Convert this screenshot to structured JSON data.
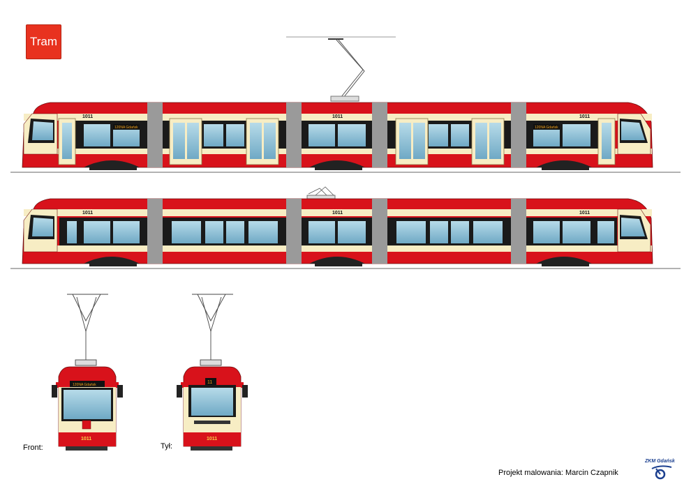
{
  "badge": {
    "label": "Tram"
  },
  "fleet_number": "1011",
  "destination_sign": "120NA Gdańsk",
  "rear_route_number": "11",
  "views": {
    "front_label": "Front:",
    "rear_label": "Tył:"
  },
  "credit": "Projekt malowania: Marcin Czapnik",
  "logo": {
    "text": "ZKM Gdańsk"
  },
  "colors": {
    "red": "#d8121b",
    "cream": "#f7edc4",
    "window": "#8fc3d9",
    "bellows": "#9a9a9a",
    "badge": "#e8321f",
    "logo_blue": "#1b3f8f"
  }
}
